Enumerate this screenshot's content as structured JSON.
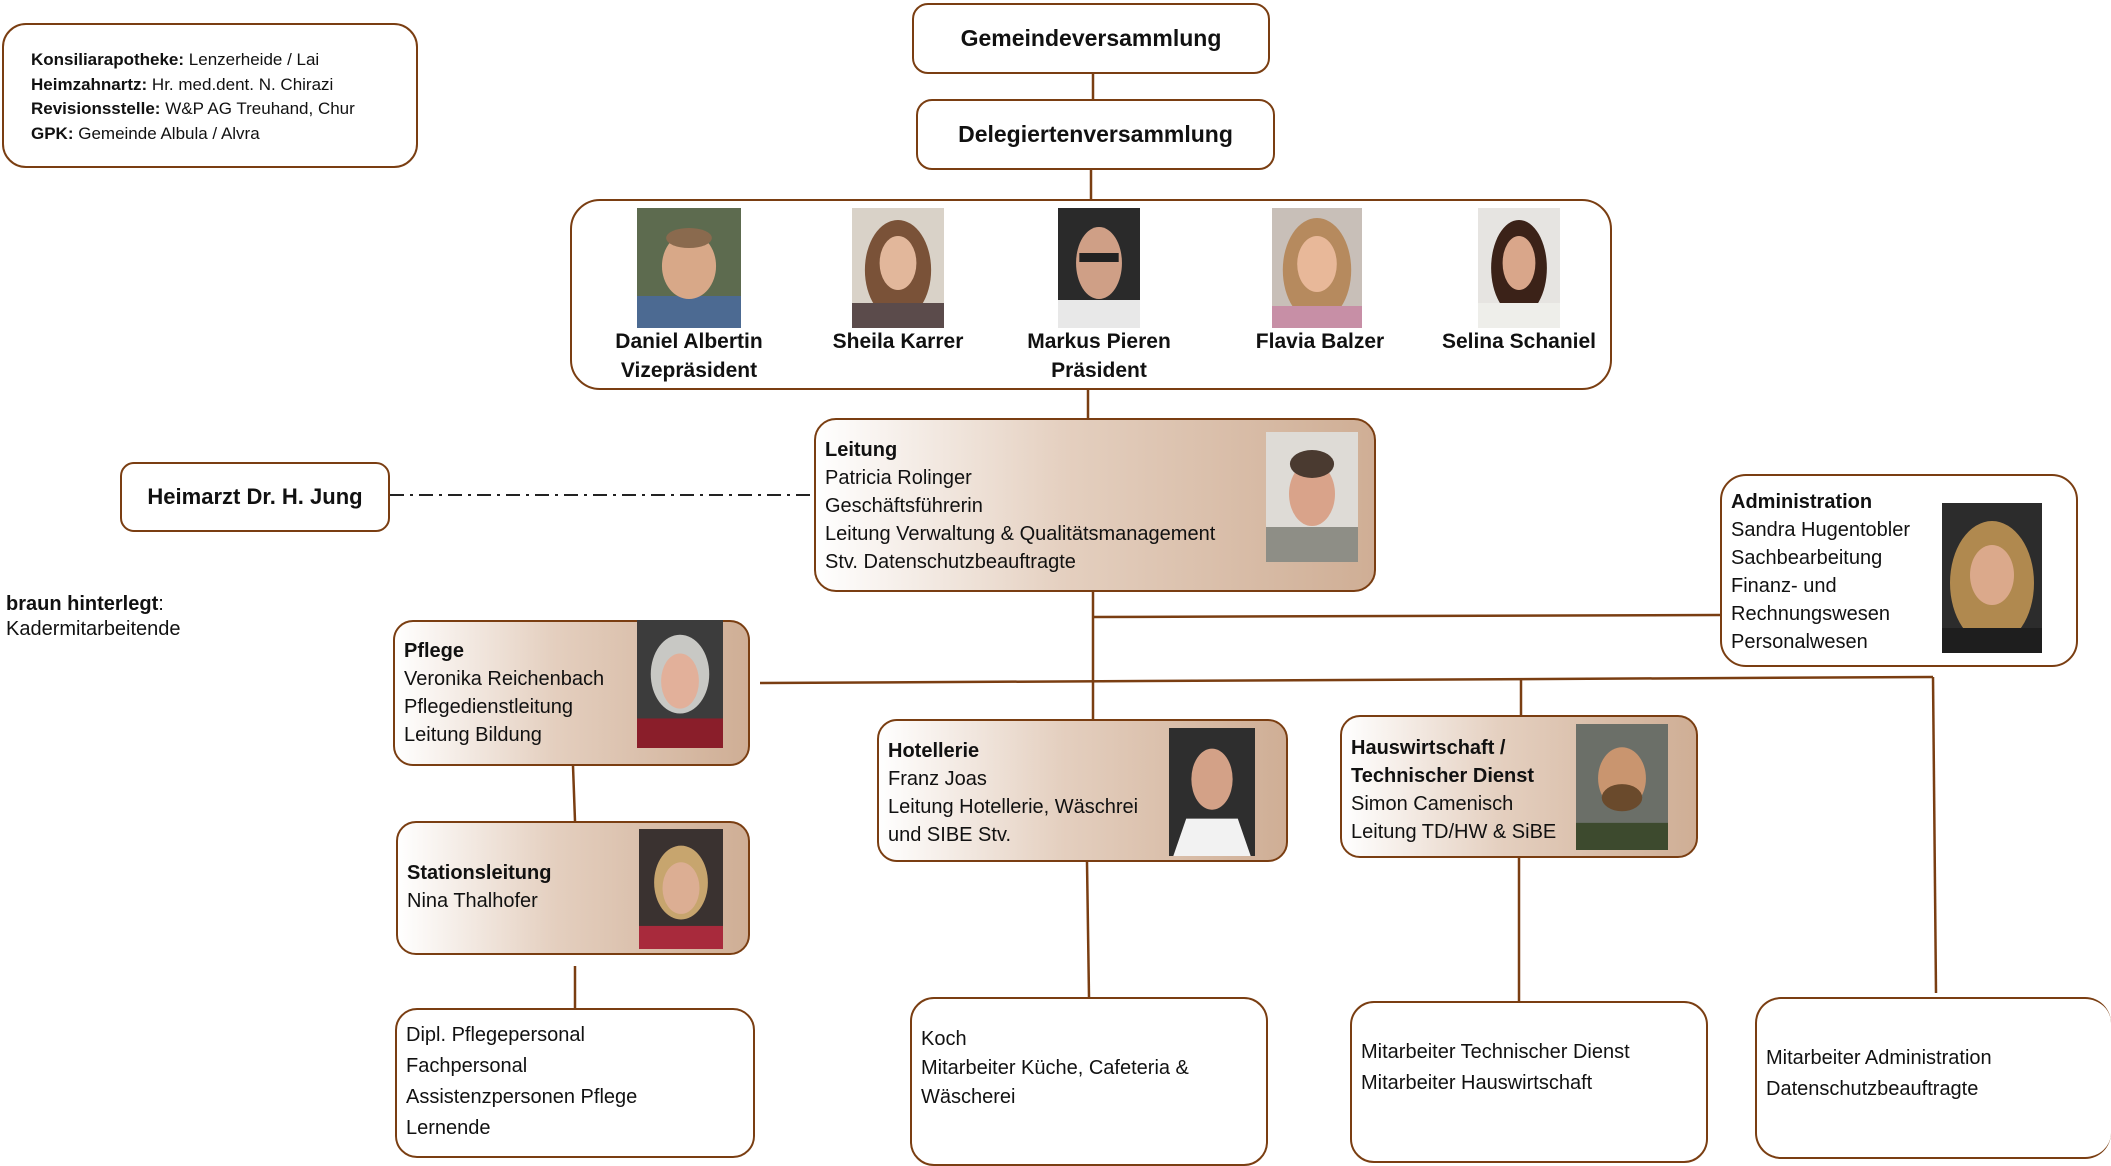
{
  "info": {
    "lines": [
      {
        "label": "Konsiliarapotheke:",
        "value": "Lenzerheide / Lai"
      },
      {
        "label": "Heimzahnartz:",
        "value": "Hr. med.dent. N. Chirazi"
      },
      {
        "label": "Revisionsstelle:",
        "value": "W&P AG Treuhand, Chur"
      },
      {
        "label": "GPK:",
        "value": "Gemeinde Albula / Alvra"
      }
    ]
  },
  "legend": {
    "label": "braun hinterlegt",
    "suffix": ":",
    "text": "Kadermitarbeitende"
  },
  "gemeinde": "Gemeindeversammlung",
  "delegierte": "Delegiertenversammlung",
  "board": [
    {
      "name": "Daniel Albertin",
      "role": "Vizepräsident"
    },
    {
      "name": "Sheila Karrer",
      "role": ""
    },
    {
      "name": "Markus Pieren",
      "role": "Präsident"
    },
    {
      "name": "Flavia Balzer",
      "role": ""
    },
    {
      "name": "Selina Schaniel",
      "role": ""
    }
  ],
  "heimarzt": "Heimarzt Dr. H. Jung",
  "leitung": {
    "title": "Leitung",
    "lines": [
      "Patricia Rolinger",
      "Geschäftsführerin",
      "Leitung Verwaltung & Qualitätsmanagement",
      "Stv. Datenschutzbeauftragte"
    ]
  },
  "administration": {
    "title": "Administration",
    "lines": [
      "Sandra Hugentobler",
      "Sachbearbeitung",
      "Finanz- und",
      "Rechnungswesen",
      "Personalwesen"
    ]
  },
  "pflege": {
    "title": "Pflege",
    "lines": [
      "Veronika Reichenbach",
      "Pflegedienstleitung",
      "Leitung Bildung"
    ]
  },
  "station": {
    "title": "Stationsleitung",
    "lines": [
      "Nina Thalhofer"
    ]
  },
  "hotel": {
    "title": "Hotellerie",
    "lines": [
      "Franz Joas",
      "Leitung Hotellerie, Wäschrei",
      "und SIBE Stv."
    ]
  },
  "haus": {
    "title1": "Hauswirtschaft /",
    "title2": "Technischer Dienst",
    "lines": [
      "Simon Camenisch",
      "Leitung TD/HW & SiBE"
    ]
  },
  "staff_pflege": [
    "Dipl. Pflegepersonal",
    "Fachpersonal",
    "Assistenzpersonen Pflege",
    "Lernende"
  ],
  "staff_hotel": [
    "Koch",
    "Mitarbeiter Küche, Cafeteria &",
    "Wäscherei"
  ],
  "staff_haus": [
    "Mitarbeiter Technischer Dienst",
    "Mitarbeiter Hauswirtschaft"
  ],
  "staff_admin": [
    "Mitarbeiter Administration",
    "Datenschutzbeauftragte"
  ],
  "colors": {
    "border": "#7a3e12",
    "kader": "#cfae95"
  }
}
